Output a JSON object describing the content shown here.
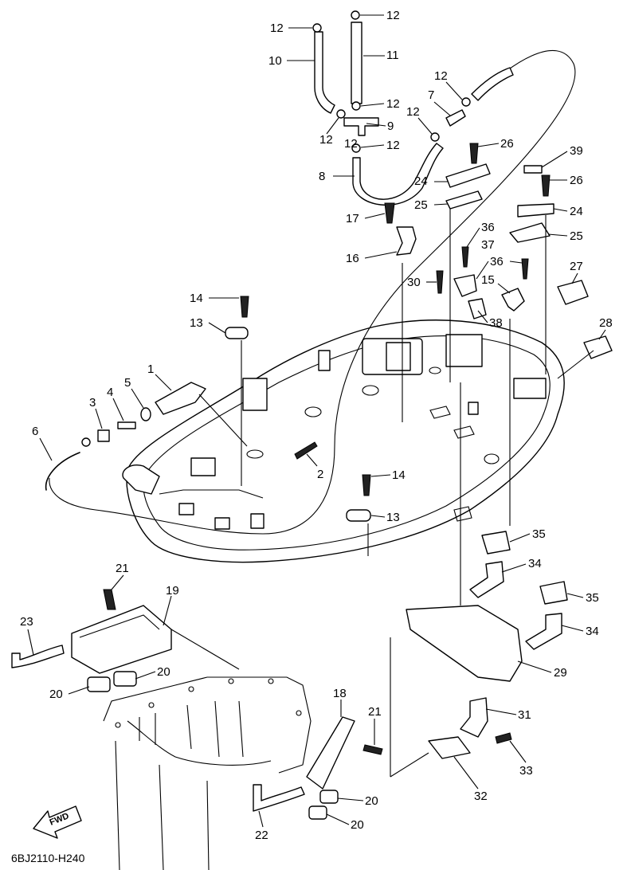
{
  "diagram": {
    "drawing_code": "6BJ2110-H240",
    "fwd_label": "FWD",
    "callouts": [
      {
        "id": "c1",
        "text": "1"
      },
      {
        "id": "c2",
        "text": "2"
      },
      {
        "id": "c3",
        "text": "3"
      },
      {
        "id": "c4",
        "text": "4"
      },
      {
        "id": "c5",
        "text": "5"
      },
      {
        "id": "c6",
        "text": "6"
      },
      {
        "id": "c7",
        "text": "7"
      },
      {
        "id": "c8",
        "text": "8"
      },
      {
        "id": "c9",
        "text": "9"
      },
      {
        "id": "c10",
        "text": "10"
      },
      {
        "id": "c11",
        "text": "11"
      },
      {
        "id": "c12a",
        "text": "12"
      },
      {
        "id": "c12b",
        "text": "12"
      },
      {
        "id": "c12c",
        "text": "12"
      },
      {
        "id": "c12d",
        "text": "12"
      },
      {
        "id": "c12e",
        "text": "12"
      },
      {
        "id": "c12f",
        "text": "12"
      },
      {
        "id": "c12g",
        "text": "12"
      },
      {
        "id": "c12h",
        "text": "12"
      },
      {
        "id": "c13a",
        "text": "13"
      },
      {
        "id": "c13b",
        "text": "13"
      },
      {
        "id": "c14a",
        "text": "14"
      },
      {
        "id": "c14b",
        "text": "14"
      },
      {
        "id": "c15",
        "text": "15"
      },
      {
        "id": "c16",
        "text": "16"
      },
      {
        "id": "c17",
        "text": "17"
      },
      {
        "id": "c18",
        "text": "18"
      },
      {
        "id": "c19",
        "text": "19"
      },
      {
        "id": "c20a",
        "text": "20"
      },
      {
        "id": "c20b",
        "text": "20"
      },
      {
        "id": "c20c",
        "text": "20"
      },
      {
        "id": "c20d",
        "text": "20"
      },
      {
        "id": "c21a",
        "text": "21"
      },
      {
        "id": "c21b",
        "text": "21"
      },
      {
        "id": "c22",
        "text": "22"
      },
      {
        "id": "c23",
        "text": "23"
      },
      {
        "id": "c24a",
        "text": "24"
      },
      {
        "id": "c24b",
        "text": "24"
      },
      {
        "id": "c25a",
        "text": "25"
      },
      {
        "id": "c25b",
        "text": "25"
      },
      {
        "id": "c26a",
        "text": "26"
      },
      {
        "id": "c26b",
        "text": "26"
      },
      {
        "id": "c27",
        "text": "27"
      },
      {
        "id": "c28",
        "text": "28"
      },
      {
        "id": "c29",
        "text": "29"
      },
      {
        "id": "c30",
        "text": "30"
      },
      {
        "id": "c31",
        "text": "31"
      },
      {
        "id": "c32",
        "text": "32"
      },
      {
        "id": "c33",
        "text": "33"
      },
      {
        "id": "c34a",
        "text": "34"
      },
      {
        "id": "c34b",
        "text": "34"
      },
      {
        "id": "c35a",
        "text": "35"
      },
      {
        "id": "c35b",
        "text": "35"
      },
      {
        "id": "c36a",
        "text": "36"
      },
      {
        "id": "c36b",
        "text": "36"
      },
      {
        "id": "c37",
        "text": "37"
      },
      {
        "id": "c38",
        "text": "38"
      },
      {
        "id": "c39",
        "text": "39"
      }
    ]
  }
}
